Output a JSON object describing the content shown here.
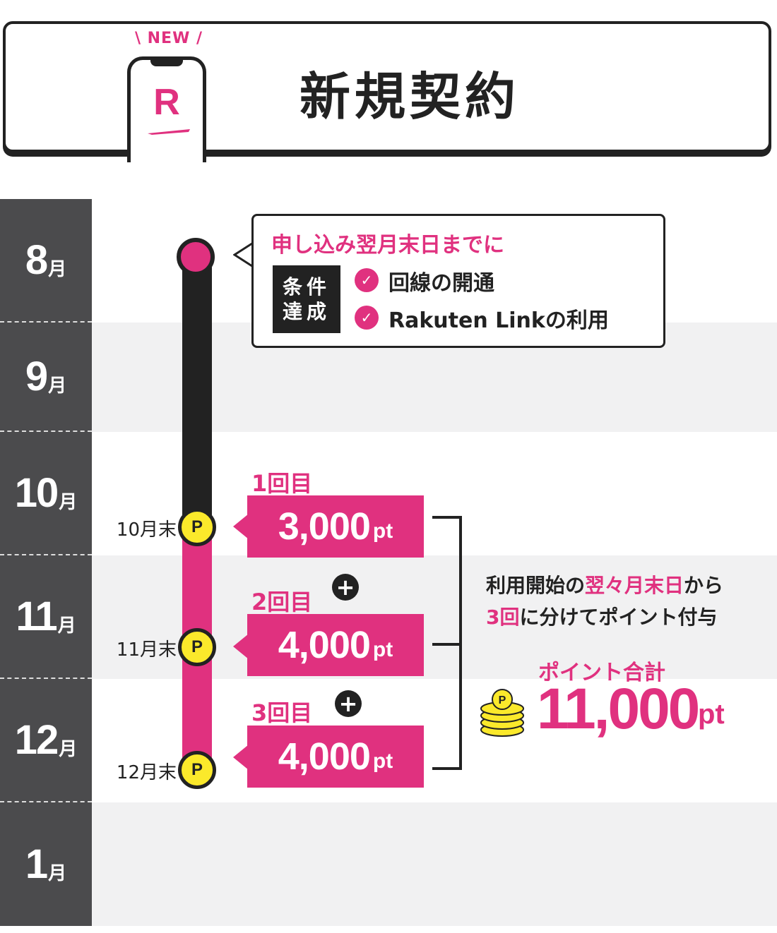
{
  "header": {
    "new_tag": "\\ NEW /",
    "logo_letter": "R",
    "title": "新規契約"
  },
  "months": [
    {
      "num": "8",
      "unit": "月"
    },
    {
      "num": "9",
      "unit": "月"
    },
    {
      "num": "10",
      "unit": "月"
    },
    {
      "num": "11",
      "unit": "月"
    },
    {
      "num": "12",
      "unit": "月"
    },
    {
      "num": "1",
      "unit": "月"
    }
  ],
  "callout": {
    "heading": "申し込み翌月末日までに",
    "condition_box": [
      "条件",
      "達成"
    ],
    "conditions": [
      "回線の開通",
      "Rakuten Linkの利用"
    ],
    "check_symbol": "✓"
  },
  "point_symbol": "P",
  "payments": [
    {
      "round": "1回目",
      "amount": "3,000",
      "unit": "pt",
      "date_label": "10月末"
    },
    {
      "round": "2回目",
      "amount": "4,000",
      "unit": "pt",
      "date_label": "11月末"
    },
    {
      "round": "3回目",
      "amount": "4,000",
      "unit": "pt",
      "date_label": "12月末"
    }
  ],
  "plus_symbol": "+",
  "summary": {
    "line1_a": "利用開始の",
    "line1_b": "翌々月末日",
    "line1_c": "から",
    "line2_a": "3回",
    "line2_b": "に分けてポイント付与",
    "total_label": "ポイント合計",
    "total_amount": "11,000",
    "total_unit": "pt",
    "coin_symbol": "P"
  },
  "colors": {
    "accent": "#e0317f",
    "dark": "#222222",
    "month_column": "#4b4b4d",
    "band_gray": "#f1f1f2",
    "coin": "#fbe92b"
  }
}
